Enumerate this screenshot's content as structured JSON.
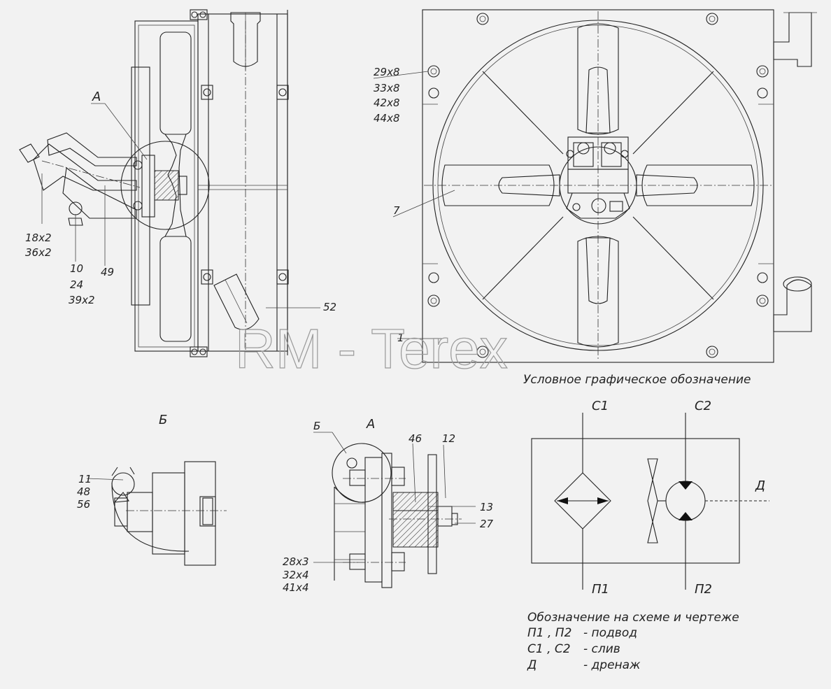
{
  "watermark": "RM - Terex",
  "views": {
    "detail_a_label_top": "А",
    "detail_a_label": "А",
    "detail_b_ref": "Б",
    "detail_b_label": "Б"
  },
  "callouts": {
    "c29": [
      "29х8",
      "33х8",
      "42х8",
      "44х8"
    ],
    "c7": "7",
    "c1": "1",
    "c52": "52",
    "c18": [
      "18х2",
      "36х2"
    ],
    "c10": [
      "10",
      "24",
      "39х2"
    ],
    "c49": "49",
    "c11": [
      "11",
      "48",
      "56"
    ],
    "c46": "46",
    "c12": "12",
    "c13": "13",
    "c27": "27",
    "c28": [
      "28х3",
      "32х4",
      "41х4"
    ]
  },
  "symbol": {
    "title": "Условное графическое обозначение",
    "port_c1": "С1",
    "port_c2": "С2",
    "port_p1": "П1",
    "port_p2": "П2",
    "port_d": "Д"
  },
  "legend": {
    "title": "Обозначение на схеме и чертеже",
    "rows": [
      {
        "code": "П1 , П2",
        "text": "- подвод"
      },
      {
        "code": "С1 , С2",
        "text": "- слив"
      },
      {
        "code": "Д",
        "text": "- дренаж"
      }
    ]
  }
}
